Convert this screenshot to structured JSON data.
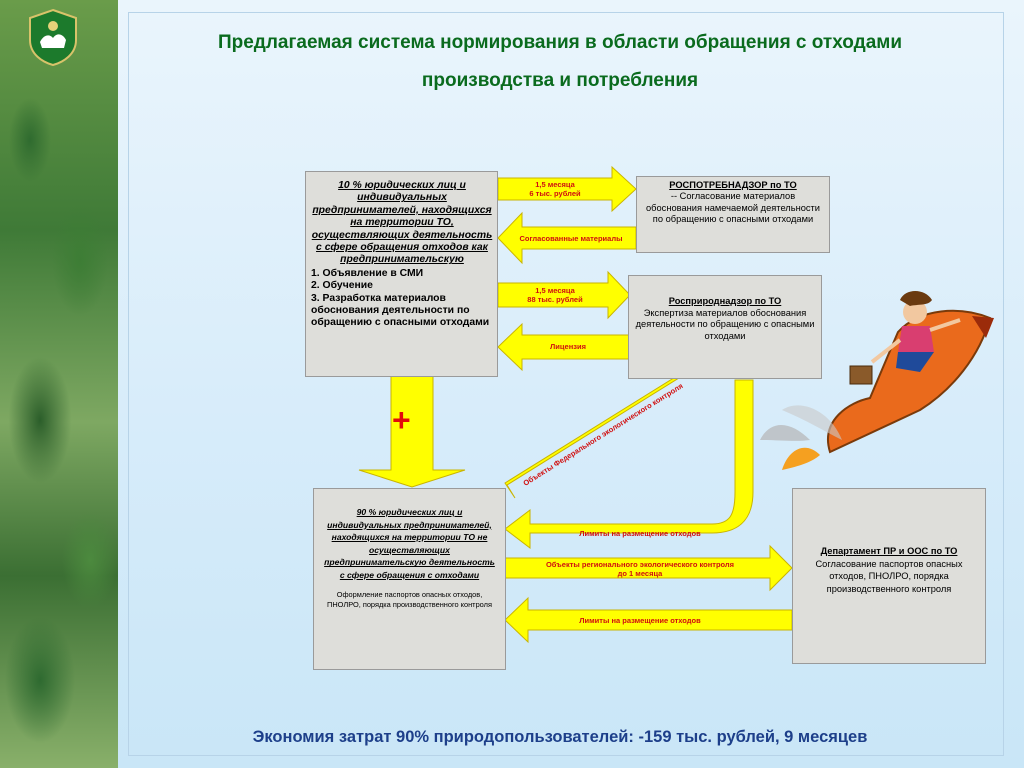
{
  "title": {
    "line1": "Предлагаемая система нормирования в области обращения с отходами",
    "line2": "производства и потребления"
  },
  "footer": "Экономия затрат 90% природопользователей: -159 тыс. рублей, 9 месяцев",
  "box_left_top": {
    "heading": "10 % юридических лиц и индивидуальных предпринимателей, находящихся на территории ТО, осуществляющих деятельность с сфере обращения отходов как предпринимательскую",
    "items": [
      "1. Объявление в СМИ",
      "2. Обучение",
      "3. Разработка материалов обоснования деятельности по обращению с опасными отходами"
    ]
  },
  "box_rospotreb": {
    "heading": "РОСПОТРЕБНАДЗОР по ТО",
    "text": "-- Согласование материалов обоснования намечаемой деятельности по обращению с опасными отходами"
  },
  "box_rosprirod": {
    "heading": "Росприроднадзор по ТО",
    "text": "Экспертиза материалов обоснования деятельности по обращению с опасными отходами"
  },
  "box_left_bottom": {
    "heading": "90 % юридических лиц и индивидуальных предпринимателей, находящихся на территории ТО не осуществляющих предпринимательскую деятельность с сфере обращения с отходами",
    "text": "Оформление паспортов опасных отходов, ПНОЛРО, порядка производственного контроля"
  },
  "box_department": {
    "heading": "Департамент ПР и ООС по ТО",
    "text": "Согласование паспортов опасных отходов, ПНОЛРО, порядка производственного контроля"
  },
  "arrows": {
    "a1_line1": "1,5 месяца",
    "a1_line2": "6 тыс. рублей",
    "a2": "Согласованные материалы",
    "a3_line1": "1,5 месяца",
    "a3_line2": "88 тыс. рублей",
    "a4": "Лицензия",
    "diag": "Объекты Федерального экологического контроля",
    "a5": "Лимиты на размещение отходов",
    "a6_line1": "Объекты регионального экологического контроля",
    "a6_line2": "до 1 месяца",
    "a7": "Лимиты на размещение отходов"
  },
  "plus_sign": "+",
  "colors": {
    "arrow": "#ffff00",
    "arrow_stroke": "#c9b400",
    "box": "#dededa",
    "title": "#0a6b1e",
    "footer": "#1d3f8a",
    "label": "#d01010"
  }
}
